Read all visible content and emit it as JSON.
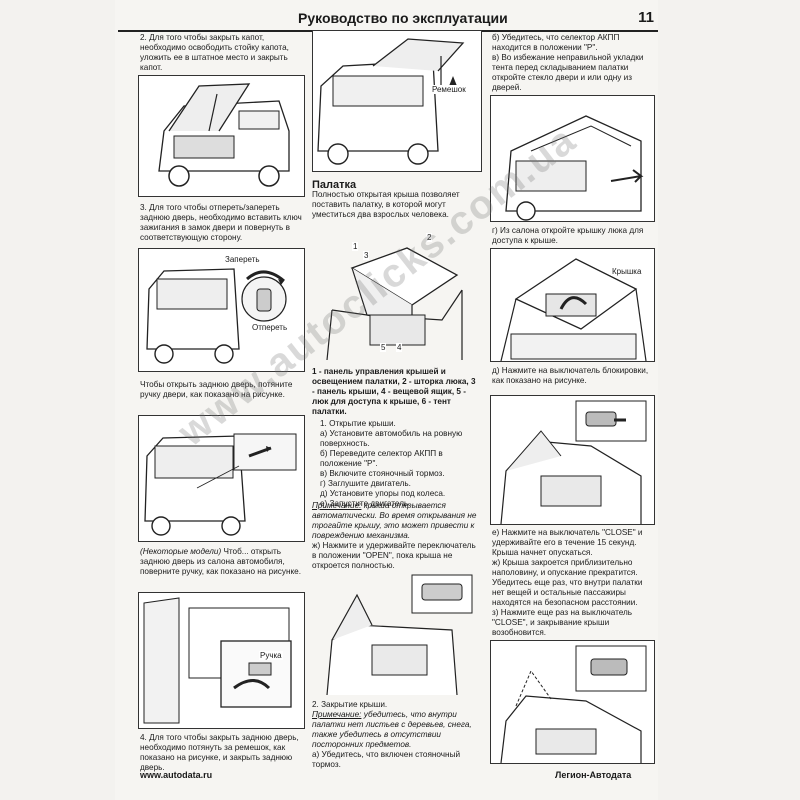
{
  "header": {
    "title": "Руководство по эксплуатации",
    "page_number": "11"
  },
  "left": {
    "p2": "2. Для того чтобы закрыть капот, необходимо освободить стойку капота, уложить ее в штатное место и закрыть капот.",
    "p3": "3. Для того чтобы отпереть/запереть заднюю дверь, необходимо вставить ключ зажигания в замок двери и повернуть в соответствующую сторону.",
    "fig2_label_lock": "Запереть",
    "fig2_label_unlock": "Отпереть",
    "p_open": "Чтобы открыть заднюю дверь, потяните ручку двери, как показано на рисунке.",
    "p_models_italic": "(Некоторые модели)",
    "p_models_rest": " Чтоб... открыть заднюю дверь из салона автомобиля, поверните ручку, как показано на рисунке.",
    "fig4_label": "Ручка",
    "p4": "4. Для того чтобы закрыть заднюю дверь, необходимо потянуть за ремешок, как показано на рисунке, и закрыть заднюю дверь."
  },
  "middle": {
    "fig1_label": "Ремешок",
    "section_title": "Палатка",
    "intro": "Полностью открытая крыша позволяет поставить палатку, в которой могут уместиться два взрослых человека.",
    "callout_1": "1",
    "callout_2": "2",
    "callout_3": "3",
    "callout_4": "4",
    "callout_5": "5",
    "caption": "1 - панель управления крышей и освещением палатки, 2 - шторка люка, 3 - панель крыши, 4 - вещевой ящик, 5 - люк для доступа к крыше, 6 - тент палатки.",
    "steps": [
      "1. Открытие крыши.",
      "а) Установите автомобиль на ровную поверхность.",
      "б) Переведите селектор АКПП в положение \"P\".",
      "в) Включите стояночный тормоз.",
      "г) Заглушите двигатель.",
      "д) Установите упоры под колеса.",
      "е) Запустите двигатель."
    ],
    "note1_label": "Примечание:",
    "note1_text": " крыша открывается автоматически. Во время открывания не трогайте крышу, это может привести к повреждению механизма.",
    "step_zh": "ж) Нажмите и удерживайте переключатель в положении \"OPEN\", пока крыша не откроется полностью.",
    "close_title": "2. Закрытие крыши.",
    "note2_label": "Примечание:",
    "note2_text": " убедитесь, что внутри палатки нет листьев с деревьев, снега, также убедитесь в отсутствии посторонних предметов.",
    "close_a": "а) Убедитесь, что включен стояночный тормоз."
  },
  "right": {
    "b": "б) Убедитесь, что селектор АКПП находится в положении \"P\".",
    "v": "в) Во избежание неправильной укладки тента перед складыванием палатки откройте стекло двери и или одну из дверей.",
    "g": "г) Из салона откройте крышку люка для доступа к крыше.",
    "fig_label": "Крышка",
    "d": "д) Нажмите на выключатель блокировки, как показано на рисунке.",
    "e": "е) Нажмите на выключатель \"CLOSE\" и удерживайте его в течение 15 секунд. Крыша начнет опускаться.",
    "zh": "ж) Крыша закроется приблизительно наполовину, и опускание прекратится. Убедитесь еще раз, что внутри палатки нет вещей и остальные пассажиры находятся на безопасном расстоянии.",
    "z": "з) Нажмите еще раз на выключатель \"CLOSE\", и закрывание крыши возобновится."
  },
  "footer": {
    "left": "www.autodata.ru",
    "right": "Легион-Автодата"
  },
  "watermark": "www.autoclicks.com.ua"
}
